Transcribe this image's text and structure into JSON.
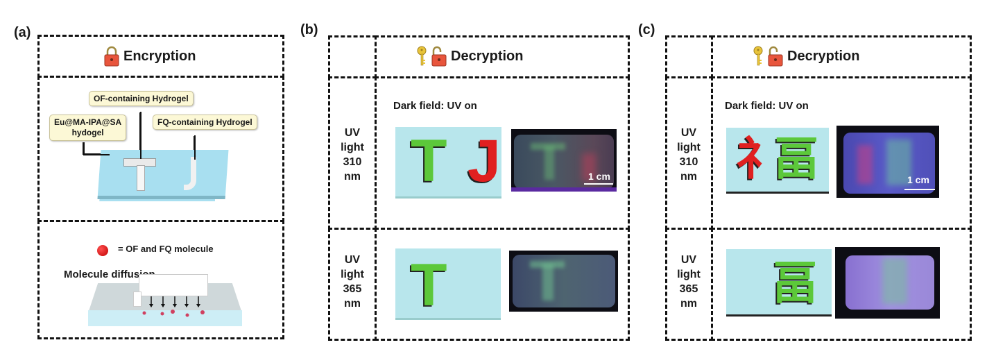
{
  "panels": {
    "a": {
      "label": "(a)",
      "header": {
        "title": "Encryption",
        "icon": "locked-padlock-icon"
      },
      "model": {
        "tag_of": "OF-containing Hydrogel",
        "tag_eu_line1": "Eu@MA-IPA@SA",
        "tag_eu_line2": "hydogel",
        "tag_fq": "FQ-containing Hydrogel",
        "letters": [
          "T",
          "J"
        ]
      },
      "diffusion": {
        "legend": "= OF and FQ molecule",
        "legend_icon": "red-molecule-dot-icon",
        "title": "Molecule diffusion"
      }
    },
    "b": {
      "label": "(b)",
      "header": {
        "title": "Decryption",
        "icons": [
          "key-icon",
          "unlocked-padlock-icon"
        ]
      },
      "subtitle": "Dark field: UV on",
      "rows": [
        {
          "uv_lines": [
            "UV",
            "light",
            "310",
            "nm"
          ],
          "letters": [
            {
              "char": "T",
              "color": "#5cc83a"
            },
            {
              "char": "J",
              "color": "#e02020"
            }
          ],
          "scale": "1 cm"
        },
        {
          "uv_lines": [
            "UV",
            "light",
            "365",
            "nm"
          ],
          "letters": [
            {
              "char": "T",
              "color": "#5cc83a"
            }
          ]
        }
      ]
    },
    "c": {
      "label": "(c)",
      "header": {
        "title": "Decryption",
        "icons": [
          "key-icon",
          "unlocked-padlock-icon"
        ]
      },
      "subtitle": "Dark field: UV on",
      "rows": [
        {
          "uv_lines": [
            "UV",
            "light",
            "310",
            "nm"
          ],
          "chars": [
            {
              "char": "礻",
              "color": "#e02020"
            },
            {
              "char": "畐",
              "color": "#5cc83a"
            }
          ],
          "scale": "1 cm"
        },
        {
          "uv_lines": [
            "UV",
            "light",
            "365",
            "nm"
          ],
          "chars": [
            {
              "char": "畐",
              "color": "#5cc83a"
            }
          ]
        }
      ]
    }
  },
  "colors": {
    "lock": "#e8553c",
    "key": "#e8c43a",
    "green": "#5cc83a",
    "red": "#e02020",
    "card": "#b8e6ec"
  }
}
